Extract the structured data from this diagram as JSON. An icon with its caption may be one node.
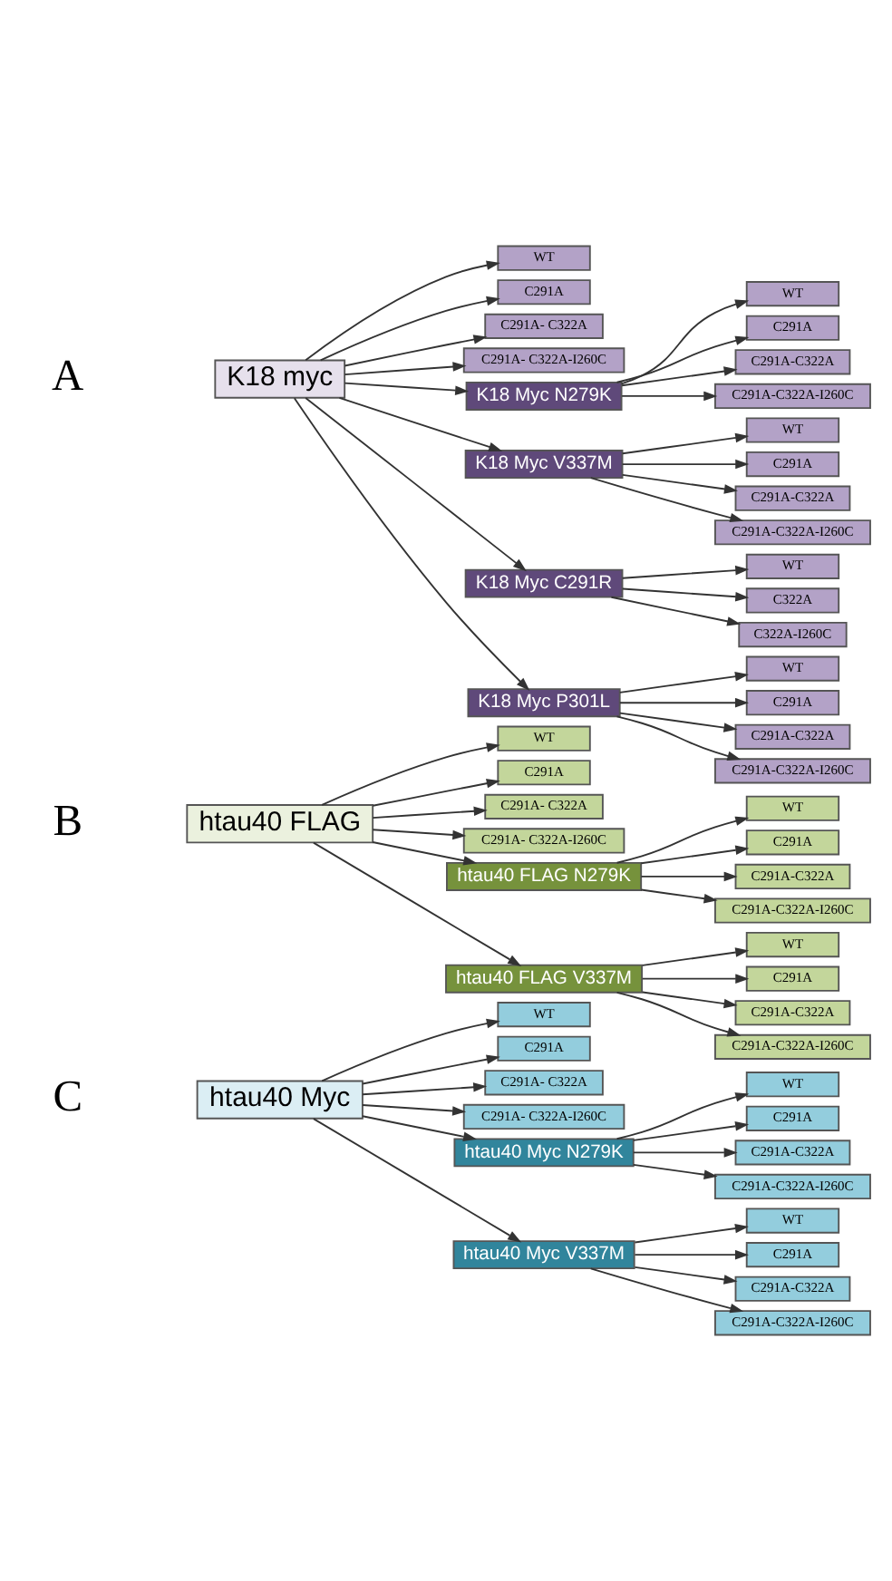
{
  "diagram": {
    "nodes": [
      {
        "text": [
          "WT"
        ]
      },
      {
        "text": [
          "C291A"
        ]
      },
      {
        "text": [
          "K18 myc"
        ]
      },
      {
        "text": [
          "C291A- C322A"
        ]
      },
      {
        "text": [
          "C291A- C322A-I260C"
        ]
      },
      {
        "text": [
          "K18 Myc N279K"
        ]
      },
      {
        "text": [
          "WT"
        ]
      },
      {
        "text": [
          "C291A"
        ]
      },
      {
        "text": [
          "C291A-C322A"
        ]
      },
      {
        "text": [
          "C291A-C322A-I260C"
        ]
      },
      {
        "text": [
          "K18 Myc V337M"
        ]
      },
      {
        "text": [
          "WT"
        ]
      },
      {
        "text": [
          "C291A"
        ]
      },
      {
        "text": [
          "C291A-C322A"
        ]
      },
      {
        "text": [
          "C291A-C322A-I260C"
        ]
      },
      {
        "text": [
          "K18 Myc C291R"
        ]
      },
      {
        "text": [
          "WT"
        ]
      },
      {
        "text": [
          "C322A"
        ]
      },
      {
        "text": [
          "C322A-I260C"
        ]
      },
      {
        "text": [
          "K18 Myc P301L"
        ]
      },
      {
        "text": [
          "WT"
        ]
      },
      {
        "text": [
          "C291A"
        ]
      },
      {
        "text": [
          "C291A-C322A"
        ]
      },
      {
        "text": [
          "C291A-C322A-I260C"
        ]
      },
      {
        "text": [
          "WT"
        ]
      },
      {
        "text": [
          "C291A"
        ]
      },
      {
        "text": [
          "htau40 FLAG"
        ]
      },
      {
        "text": [
          "C291A- C322A"
        ]
      },
      {
        "text": [
          "C291A- C322A-I260C"
        ]
      },
      {
        "text": [
          "htau40 FLAG N279K"
        ]
      },
      {
        "text": [
          "WT"
        ]
      },
      {
        "text": [
          "C291A"
        ]
      },
      {
        "text": [
          "C291A-C322A"
        ]
      },
      {
        "text": [
          "C291A-C322A-I260C"
        ]
      },
      {
        "text": [
          "htau40 FLAG V337M"
        ]
      },
      {
        "text": [
          "WT"
        ]
      },
      {
        "text": [
          "C291A"
        ]
      },
      {
        "text": [
          "C291A-C322A"
        ]
      },
      {
        "text": [
          "C291A-C322A-I260C"
        ]
      },
      {
        "text": [
          "WT"
        ]
      },
      {
        "text": [
          "C291A"
        ]
      },
      {
        "text": [
          "htau40 Myc"
        ]
      },
      {
        "text": [
          "C291A- C322A"
        ]
      },
      {
        "text": [
          "C291A- C322A-I260C"
        ]
      },
      {
        "text": [
          "htau40 Myc N279K"
        ]
      },
      {
        "text": [
          "WT"
        ]
      },
      {
        "text": [
          "C291A"
        ]
      },
      {
        "text": [
          "C291A-C322A"
        ]
      },
      {
        "text": [
          "C291A-C322A-I260C"
        ]
      },
      {
        "text": [
          "htau40 Myc V337M"
        ]
      },
      {
        "text": [
          "WT"
        ]
      },
      {
        "text": [
          "C291A"
        ]
      },
      {
        "text": [
          "C291A-C322A"
        ]
      },
      {
        "text": [
          "C291A-C322A-I260C"
        ]
      }
    ],
    "edges": [
      {
        "from": 2,
        "to": 0,
        "arrow": "to"
      },
      {
        "from": 2,
        "to": 1,
        "arrow": "to"
      },
      {
        "from": 2,
        "to": 3,
        "arrow": "to"
      },
      {
        "from": 2,
        "to": 4,
        "arrow": "to"
      },
      {
        "from": 2,
        "to": 5,
        "arrow": "to"
      },
      {
        "from": 2,
        "to": 10,
        "arrow": "to"
      },
      {
        "from": 2,
        "to": 15,
        "arrow": "to"
      },
      {
        "from": 2,
        "to": 19,
        "arrow": "to"
      },
      {
        "from": 5,
        "to": 6,
        "arrow": "to"
      },
      {
        "from": 5,
        "to": 7,
        "arrow": "to"
      },
      {
        "from": 5,
        "to": 8,
        "arrow": "to"
      },
      {
        "from": 5,
        "to": 9,
        "arrow": "to"
      },
      {
        "from": 10,
        "to": 11,
        "arrow": "to"
      },
      {
        "from": 10,
        "to": 12,
        "arrow": "to"
      },
      {
        "from": 10,
        "to": 13,
        "arrow": "to"
      },
      {
        "from": 10,
        "to": 14,
        "arrow": "to"
      },
      {
        "from": 15,
        "to": 16,
        "arrow": "to"
      },
      {
        "from": 15,
        "to": 17,
        "arrow": "to"
      },
      {
        "from": 15,
        "to": 18,
        "arrow": "to"
      },
      {
        "from": 19,
        "to": 20,
        "arrow": "to"
      },
      {
        "from": 19,
        "to": 21,
        "arrow": "to"
      },
      {
        "from": 19,
        "to": 22,
        "arrow": "to"
      },
      {
        "from": 19,
        "to": 23,
        "arrow": "to"
      },
      {
        "from": 26,
        "to": 24,
        "arrow": "to"
      },
      {
        "from": 26,
        "to": 25,
        "arrow": "to"
      },
      {
        "from": 26,
        "to": 27,
        "arrow": "to"
      },
      {
        "from": 26,
        "to": 28,
        "arrow": "to"
      },
      {
        "from": 26,
        "to": 29,
        "arrow": "to"
      },
      {
        "from": 26,
        "to": 34,
        "arrow": "to"
      },
      {
        "from": 29,
        "to": 30,
        "arrow": "to"
      },
      {
        "from": 29,
        "to": 31,
        "arrow": "to"
      },
      {
        "from": 29,
        "to": 32,
        "arrow": "to"
      },
      {
        "from": 29,
        "to": 33,
        "arrow": "to"
      },
      {
        "from": 34,
        "to": 35,
        "arrow": "to"
      },
      {
        "from": 34,
        "to": 36,
        "arrow": "to"
      },
      {
        "from": 34,
        "to": 37,
        "arrow": "to"
      },
      {
        "from": 34,
        "to": 38,
        "arrow": "to"
      },
      {
        "from": 41,
        "to": 39,
        "arrow": "to"
      },
      {
        "from": 41,
        "to": 40,
        "arrow": "to"
      },
      {
        "from": 41,
        "to": 42,
        "arrow": "to"
      },
      {
        "from": 41,
        "to": 43,
        "arrow": "to"
      },
      {
        "from": 41,
        "to": 44,
        "arrow": "to"
      },
      {
        "from": 41,
        "to": 49,
        "arrow": "to"
      },
      {
        "from": 44,
        "to": 45,
        "arrow": "to"
      },
      {
        "from": 44,
        "to": 46,
        "arrow": "to"
      },
      {
        "from": 44,
        "to": 47,
        "arrow": "to"
      },
      {
        "from": 44,
        "to": 48,
        "arrow": "to"
      },
      {
        "from": 49,
        "to": 50,
        "arrow": "to"
      },
      {
        "from": 49,
        "to": 51,
        "arrow": "to"
      },
      {
        "from": 49,
        "to": 52,
        "arrow": "to"
      },
      {
        "from": 49,
        "to": 53,
        "arrow": "to"
      }
    ],
    "labels": [
      "A",
      "B",
      "C"
    ]
  }
}
